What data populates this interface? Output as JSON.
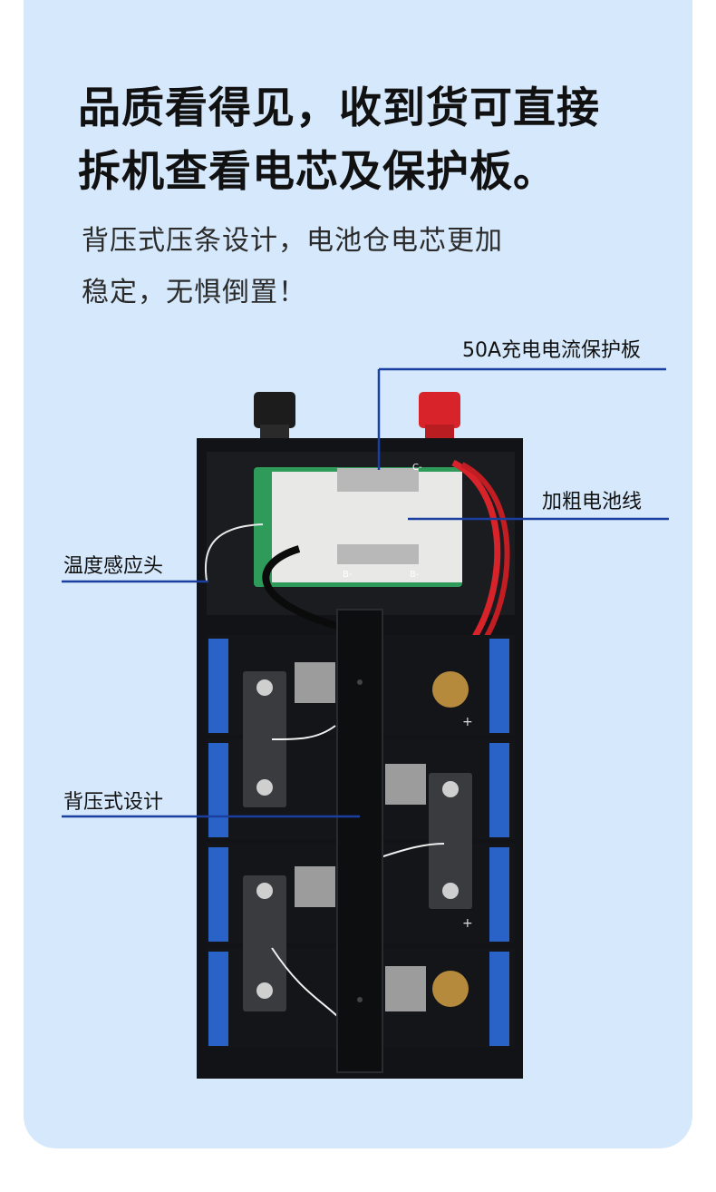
{
  "headline": {
    "line1": "品质看得见，收到货可直接",
    "line2": "拆机查看电芯及保护板。"
  },
  "subtitle": {
    "line1": "背压式压条设计，电池仓电芯更加",
    "line2": "稳定，无惧倒置！"
  },
  "callouts": {
    "protection_board": "50A充电电流保护板",
    "thick_cable": "加粗电池线",
    "temp_sensor": "温度感应头",
    "backpressure": "背压式设计"
  },
  "pcb_labels": {
    "b_minus_top": "C-",
    "b_minus_bottom": "B-",
    "b_minus_bottom2": "B-"
  },
  "cell_marks": {
    "plus": "+",
    "minus": "−"
  },
  "colors": {
    "card_bg": "#d6e8fb",
    "callout_line": "#1a3fa0",
    "accent_red": "#d8232a"
  }
}
